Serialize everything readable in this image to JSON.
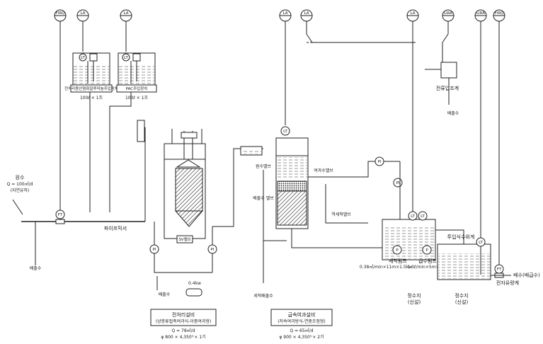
{
  "instruments": {
    "fiq_left": "FIRQ",
    "la_1": "LA",
    "la_2": "LA",
    "la_3": "LA",
    "la_4": "LA",
    "la_5": "LA",
    "lira_1": "LIRA",
    "lira_2": "LIRA",
    "fiq_right": "FIRQ",
    "lt": "LT",
    "ft": "FT",
    "pi": "PI",
    "p": "P"
  },
  "tanks": {
    "dosing1_label": "전처리용산염화알루미늄주입장치",
    "dosing1_cap": "100ℓ × 1조",
    "dosing2_label": "PAC주입장치",
    "dosing2_cap": "100ℓ × 1조"
  },
  "labels": {
    "raw_water": "원수",
    "raw_flow": "Q = 100㎥/d",
    "raw_note": "(자연유하)",
    "drain_left": "배출수",
    "pipe_mixer": "파이프믹서",
    "sv_valve": "SV밸브",
    "motor": "0.4kw",
    "drain_mid": "배출수",
    "inflow_valve": "원수밸브",
    "drain_valve": "배출수 밸브",
    "backwash_drain": "세척배출수",
    "treated_valve": "여과수밸브",
    "backwash_valve": "역세척밸브",
    "level_control": "전류압조계",
    "drain_right": "배출수",
    "wash_pump": "세척펌프",
    "wash_pump_spec": "0.38㎥/min×11m×1.5kw",
    "feed_pump": "급수펌프",
    "feed_pump_spec": "1.0ℓ/min×5m×0.4kw",
    "inlet_level": "투입식수위계",
    "clear_well_1": "정수지",
    "clear_well_1_sub": "(신설)",
    "clear_well_2": "정수지",
    "clear_well_2_sub": "(신설)",
    "flowmeter": "전자유량계",
    "out_water": "배수(배급수)"
  },
  "captions": {
    "pre_title": "전처리설비",
    "pre_sub": "(상향류접촉여과식-이중여과형)",
    "pre_flow": "Q = 78㎥/d",
    "pre_dim": "φ 800 × 4,350 ͪ × 1기",
    "filt_title": "급속여과설비",
    "filt_sub": "(저속여과방식-연중조정형)",
    "filt_flow": "Q = 65㎥/d",
    "filt_dim": "φ 900 × 4,350 ͪ × 2기"
  }
}
